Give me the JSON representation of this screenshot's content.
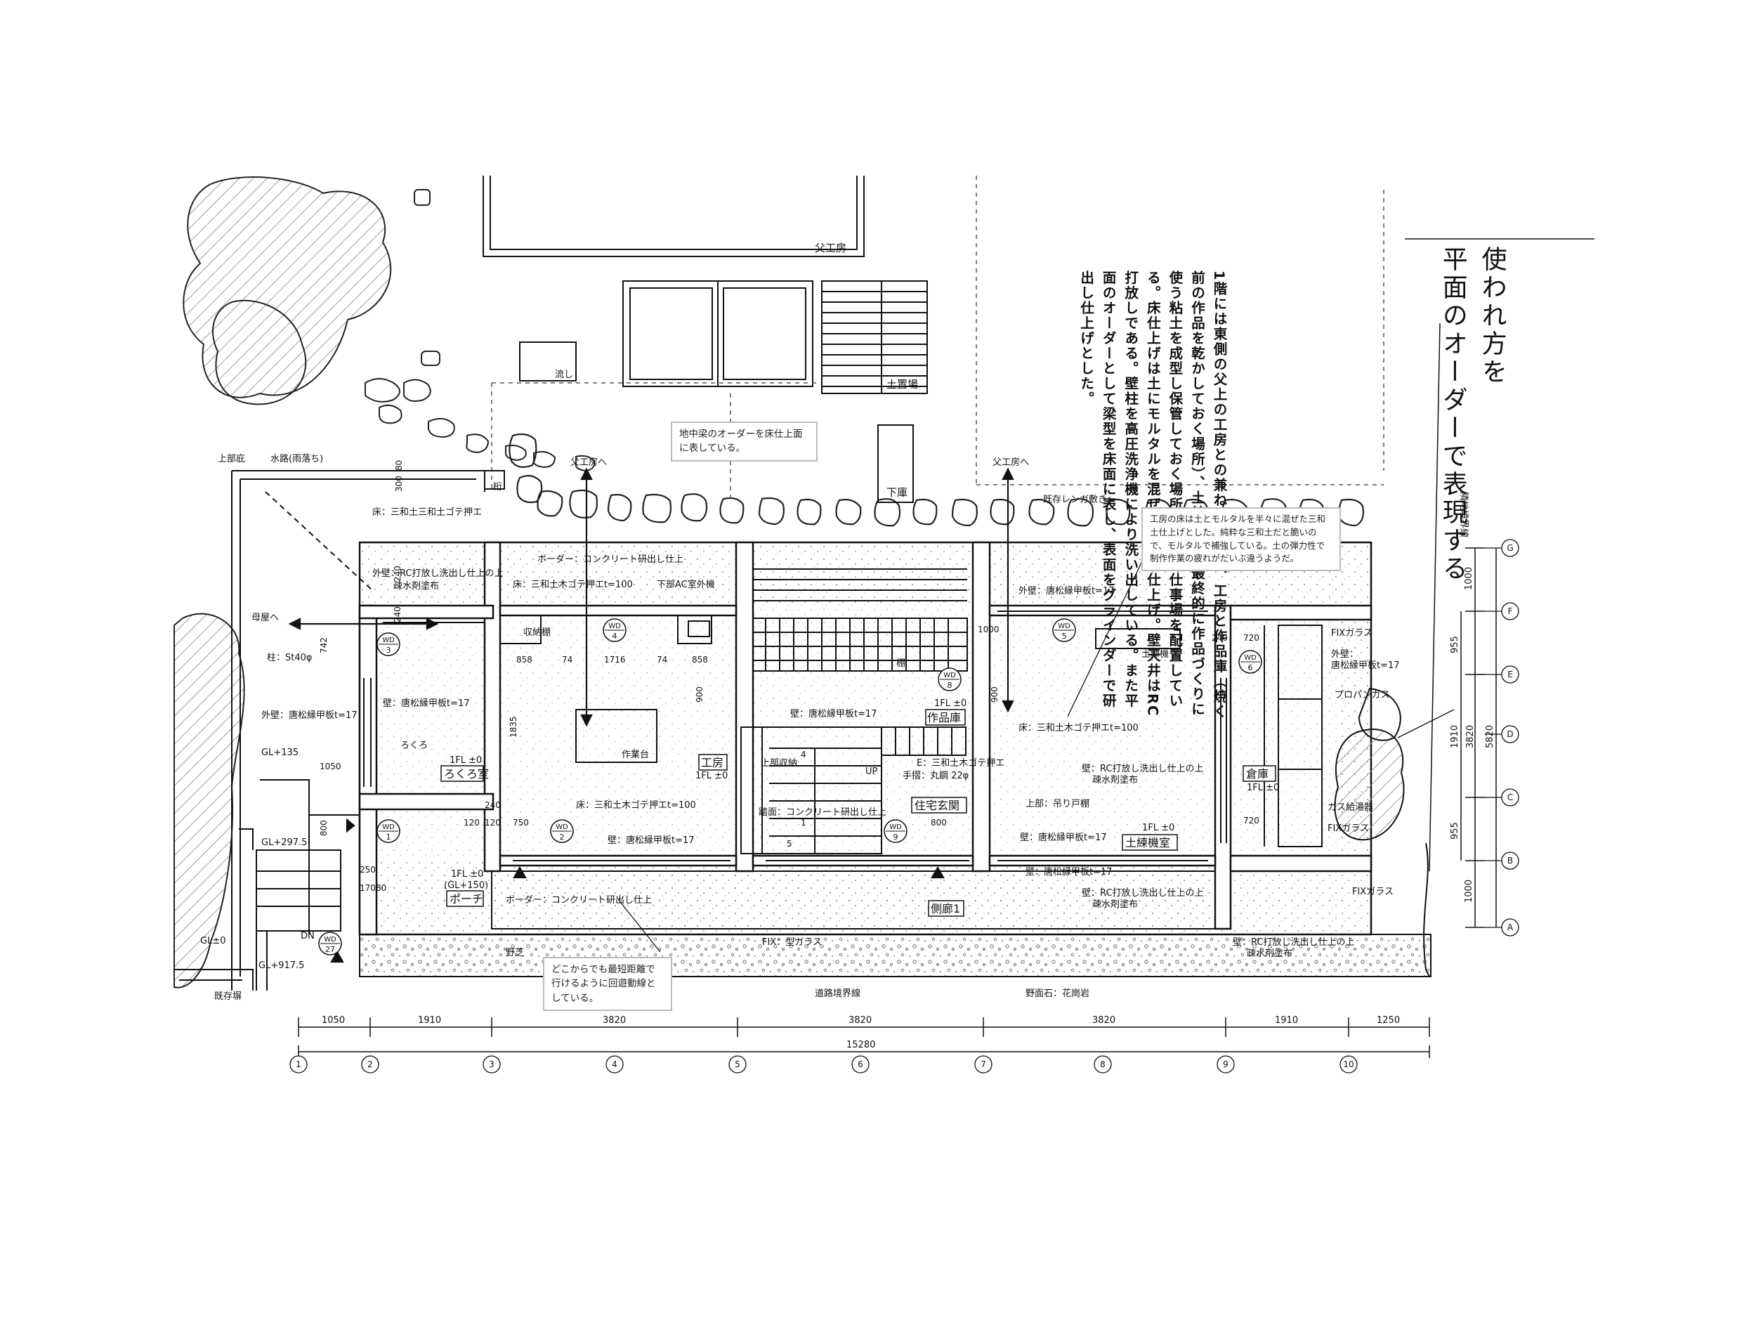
{
  "heading": {
    "line1": "使われ方を",
    "line2": "平面のオーダーで表現する"
  },
  "body_text": "1階には東側の父上の工房との兼ね合いから、工房と作品庫（焼く前の作品を乾かしておく場所）、土練機室（最終的に作品づくりに使う粘土を成型し保管しておく場所）などの仕事場を配置している。床仕上げは土にモルタルを混ぜた三和土仕上げ。壁天井はRC打放しである。壁柱を高圧洗浄機により洗い出している。また平面のオーダーとして梁型を床面に表し、表面をグラインダーで研出し仕上げとした。",
  "notes": {
    "beam_order": "地中梁のオーダーを床仕上面に表している。",
    "floor_note": "工房の床は土とモルタルを半々に混ぜた三和土仕上げとした。純粋な三和土だと脆いので、モルタルで補強している。土の弾力性で制作作業の疲れがだいぶ違うようだ。",
    "circulation": "どこからでも最短距離で行けるように回遊動線としている。"
  },
  "rooms": {
    "father_studio": "父工房",
    "doma": "土置場",
    "shimo_ko": "下庫",
    "nagashi": "流し",
    "rokuro": "ろくろ室",
    "porch": "ポーチ",
    "kobo": "工房",
    "sakuhinko": "作品庫",
    "genkan": "住宅玄関",
    "sokuro": "側廊1",
    "dorenki": "土練機室",
    "soko": "倉庫"
  },
  "labels": {
    "to_father_1": "父工房へ",
    "to_father_2": "父工房へ",
    "to_main_house": "母屋へ",
    "jobuniwa": "上部庇",
    "suiro": "水路(雨落ち)",
    "keta": "桁",
    "existing_brick": "既存レンガ敷き",
    "floor_tataki": "床：三和土三和土ゴテ押エ",
    "border_top": "ボーダー：コンクリート研出し仕上",
    "border_bottom": "ボーダー：コンクリート研出し仕上",
    "ext_wall_rc": "外壁：RC打放し洗出し仕上の上",
    "ext_wall_rc2": "疎水剤塗布",
    "floor_kobo": "床：三和土木ゴテ押エt=100",
    "ac_unit": "下部AC室外機",
    "storage_shelf": "収納棚",
    "pillar": "柱：St40φ",
    "ext_wall_wood1": "外壁：唐松縁甲板t=17",
    "wall_wood_rokuro": "壁：唐松縁甲板t=17",
    "rokuro": "ろくろ",
    "gl135": "GL+135",
    "gl2975": "GL+297.5",
    "gl0": "GL±0",
    "gl9175": "GL+917.5",
    "dn": "DN",
    "existing_wall": "既存塀",
    "workbench": "作業台",
    "kobo_fl": "1FL ±0",
    "rokuro_fl": "1FL ±0",
    "porch_fl": "1FL ±0",
    "porch_gl": "(GL+150)",
    "sakuhin_fl": "1FL ±0",
    "dorenki_fl": "1FL ±0",
    "soko_fl": "1FL ±0",
    "floor_kobo2": "床：三和土木ゴテ押エt=100",
    "wall_wood_kobo": "壁：唐松縁甲板t=17",
    "shelf": "棚",
    "wall_wood_sakuhin": "壁：唐松縁甲板t=17",
    "upper_storage": "上部収納",
    "up": "UP",
    "genkan_floor": "E：三和土木ゴテ押エ",
    "handrail": "手摺：丸鋼 22φ",
    "tread": "踏面：コンクリート研出し仕上",
    "ext_wall_wood2": "外壁：唐松縁甲板t=17",
    "floor_dorenki": "床：三和土木ゴテ押エt=100",
    "dorenki_machine": "土練機",
    "wall_rc_in": "壁：RC打放し洗出し仕上の上",
    "wall_rc_in2": "疎水剤塗布",
    "hanging_shelf": "上部：吊り戸棚",
    "wall_wood_dorenki": "壁：唐松縁甲板t=17",
    "wall_wood_corr": "壁：唐松縁甲板t=17",
    "wall_rc_corr": "壁：RC打放し洗出し仕上の上",
    "wall_rc_corr2": "疎水剤塗布",
    "fix_glass_top": "FIXガラス",
    "ext_wall_wood3": "外壁：",
    "ext_wall_wood3b": "唐松縁甲板t=17",
    "propane": "プロパンガス",
    "gas_heater": "ガス給湯器",
    "fix_glass_mid": "FIXガラス",
    "fix_glass_bot": "FIXガラス",
    "wall_rc_south": "壁：RC打放し洗出し仕上の上",
    "wall_rc_south2": "疎水剤塗布",
    "fix_mold_glass": "FIX：型ガラス",
    "noshiba": "野芝",
    "boundary": "道路境界線",
    "nozura": "野面石：花崗岩",
    "neighbor_boundary": "隣地境界線"
  },
  "window_tags": [
    {
      "code": "WD",
      "num": "1"
    },
    {
      "code": "WD",
      "num": "2"
    },
    {
      "code": "WD",
      "num": "3"
    },
    {
      "code": "WD",
      "num": "4"
    },
    {
      "code": "WD",
      "num": "5"
    },
    {
      "code": "WD",
      "num": "6"
    },
    {
      "code": "WD",
      "num": "8"
    },
    {
      "code": "WD",
      "num": "9"
    },
    {
      "code": "WD",
      "num": "27"
    }
  ],
  "dims_inner": [
    "858",
    "74",
    "1716",
    "74",
    "858",
    "900",
    "1835",
    "900",
    "742",
    "1050",
    "800",
    "750",
    "800",
    "1000",
    "720",
    "720",
    "120",
    "120",
    "240",
    "240",
    "240",
    "240",
    "250",
    "170",
    "80",
    "80",
    "300",
    "4",
    "1",
    "5"
  ],
  "dims_bottom": [
    "1050",
    "1910",
    "3820",
    "3820",
    "3820",
    "1910",
    "1250"
  ],
  "dim_total": "15280",
  "dims_right": [
    "1000",
    "955",
    "1910",
    "955",
    "1000",
    "3820",
    "5820"
  ],
  "grid_cols": [
    "1",
    "2",
    "3",
    "4",
    "5",
    "6",
    "7",
    "8",
    "9",
    "10"
  ],
  "grid_rows": [
    "G",
    "F",
    "E",
    "D",
    "C",
    "B",
    "A"
  ],
  "colors": {
    "line": "#111111",
    "hatch": "#9a9a9a",
    "stipple": "#8a8a8a",
    "note_border": "#bbbbbb"
  }
}
